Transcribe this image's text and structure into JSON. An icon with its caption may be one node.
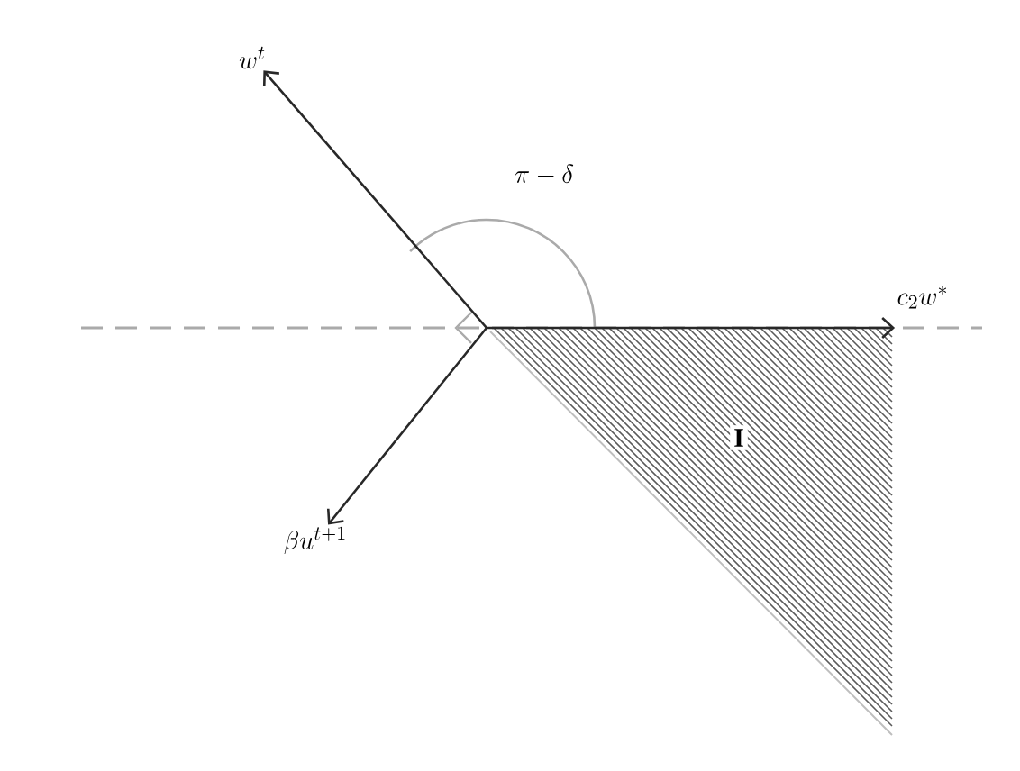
{
  "diagram": {
    "nodes": [
      {
        "text": [
          "w^t"
        ]
      },
      {
        "text": [
          "c_2w^*"
        ]
      },
      {
        "text": [
          "\\beta u^{t+1}"
        ]
      },
      {
        "text": [
          "\\mathbf{I}"
        ]
      }
    ],
    "edges": [
      {
        "from": 3,
        "to": 0,
        "arrow": "to"
      },
      {
        "from": 3,
        "to": 1,
        "arrow": "to"
      },
      {
        "from": 3,
        "to": 2,
        "arrow": "to"
      }
    ],
    "labels": [
      "\\pi - \\delta"
    ]
  }
}
